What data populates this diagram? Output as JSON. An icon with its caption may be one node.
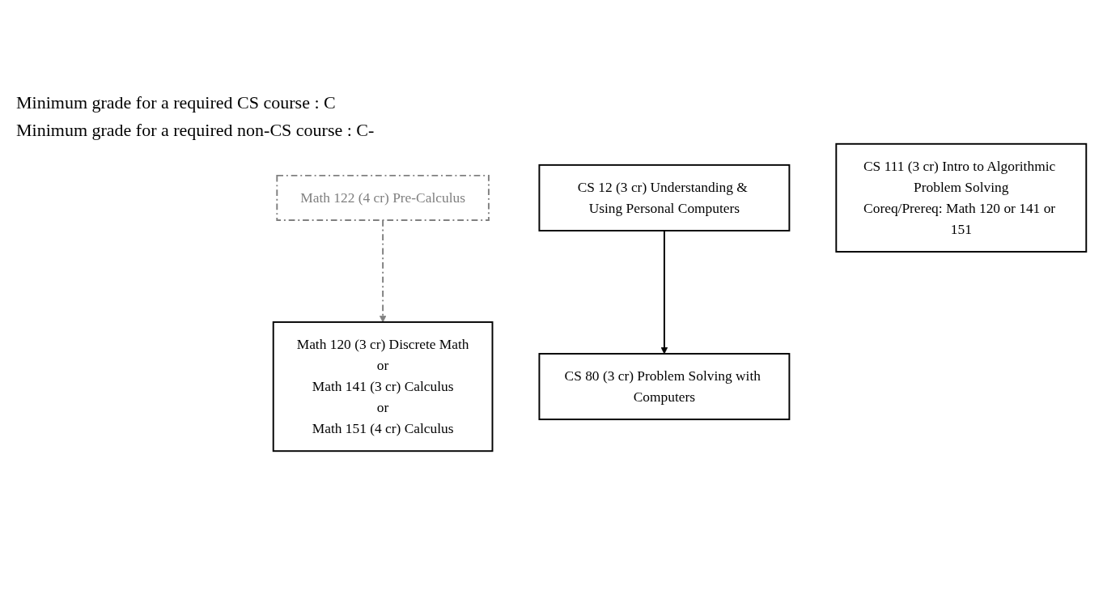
{
  "diagram": {
    "nodes": [
      {
        "text": [
          "Math 122 (4 cr) Pre-Calculus"
        ]
      },
      {
        "text": [
          "CS 12 (3 cr) Understanding & Using Personal Computers"
        ]
      },
      {
        "text": [
          "Math 120 (3 cr) Discrete Math",
          "or",
          "Math 141 (3 cr) Calculus",
          "or",
          "Math 151 (4 cr) Calculus"
        ]
      },
      {
        "text": [
          "CS 111 (3 cr) Intro to Algorithmic Problem Solving",
          "Coreq/Prereq: Math 120 or 141 or 151"
        ]
      },
      {
        "text": [
          "CS 80 (3 cr) Problem Solving with Computers"
        ]
      }
    ],
    "edges": [
      {
        "from": 0,
        "to": 2,
        "arrow": "to",
        "style": "dashed",
        "color": "#808080"
      },
      {
        "from": 1,
        "to": 4,
        "arrow": "to",
        "color": "#000000"
      }
    ],
    "labels": [
      "Minimum grade for a required CS course : C",
      "Minimum grade for a required non-CS course : C-"
    ]
  }
}
